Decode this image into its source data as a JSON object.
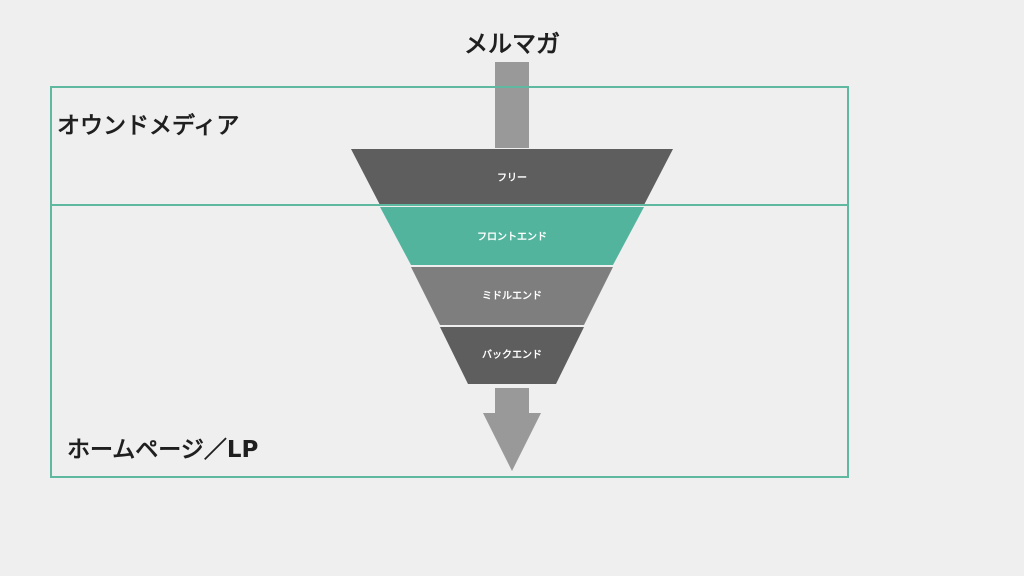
{
  "title": "メルマガ",
  "zones": {
    "owned_media": "オウンドメディア",
    "homepage": "ホームページ／LP"
  },
  "funnel": [
    {
      "label": "フリー",
      "color": "#5e5e5e"
    },
    {
      "label": "フロントエンド",
      "color": "#53b49d"
    },
    {
      "label": "ミドルエンド",
      "color": "#7e7e7e"
    },
    {
      "label": "バックエンド",
      "color": "#5e5e5e"
    }
  ],
  "arrow_color": "#999999",
  "border_color": "#5fb8a0"
}
